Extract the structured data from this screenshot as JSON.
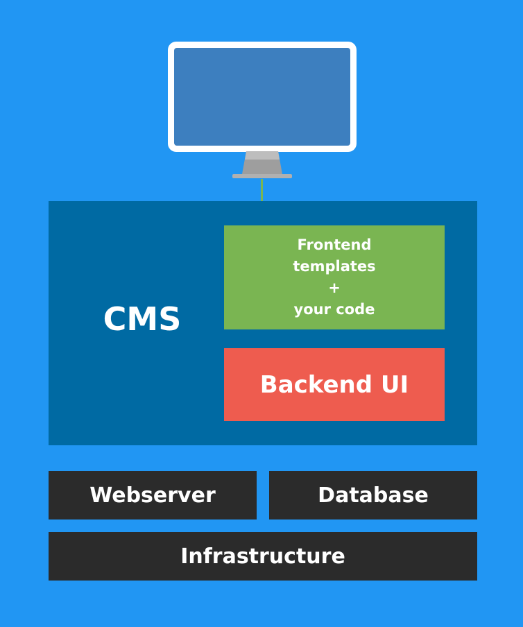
{
  "diagram": {
    "cms_label": "CMS",
    "frontend_lines": [
      "Frontend",
      "templates",
      "+",
      "your code"
    ],
    "backend_label": "Backend UI",
    "webserver_label": "Webserver",
    "database_label": "Database",
    "infrastructure_label": "Infrastructure"
  },
  "colors": {
    "background": "#2196f3",
    "cms": "#006aa3",
    "frontend": "#7ab552",
    "backend": "#ee5c4f",
    "infrastructure": "#2b2b2b",
    "monitor_screen": "#3d7fbf"
  },
  "icons": {
    "monitor": "monitor-icon"
  }
}
